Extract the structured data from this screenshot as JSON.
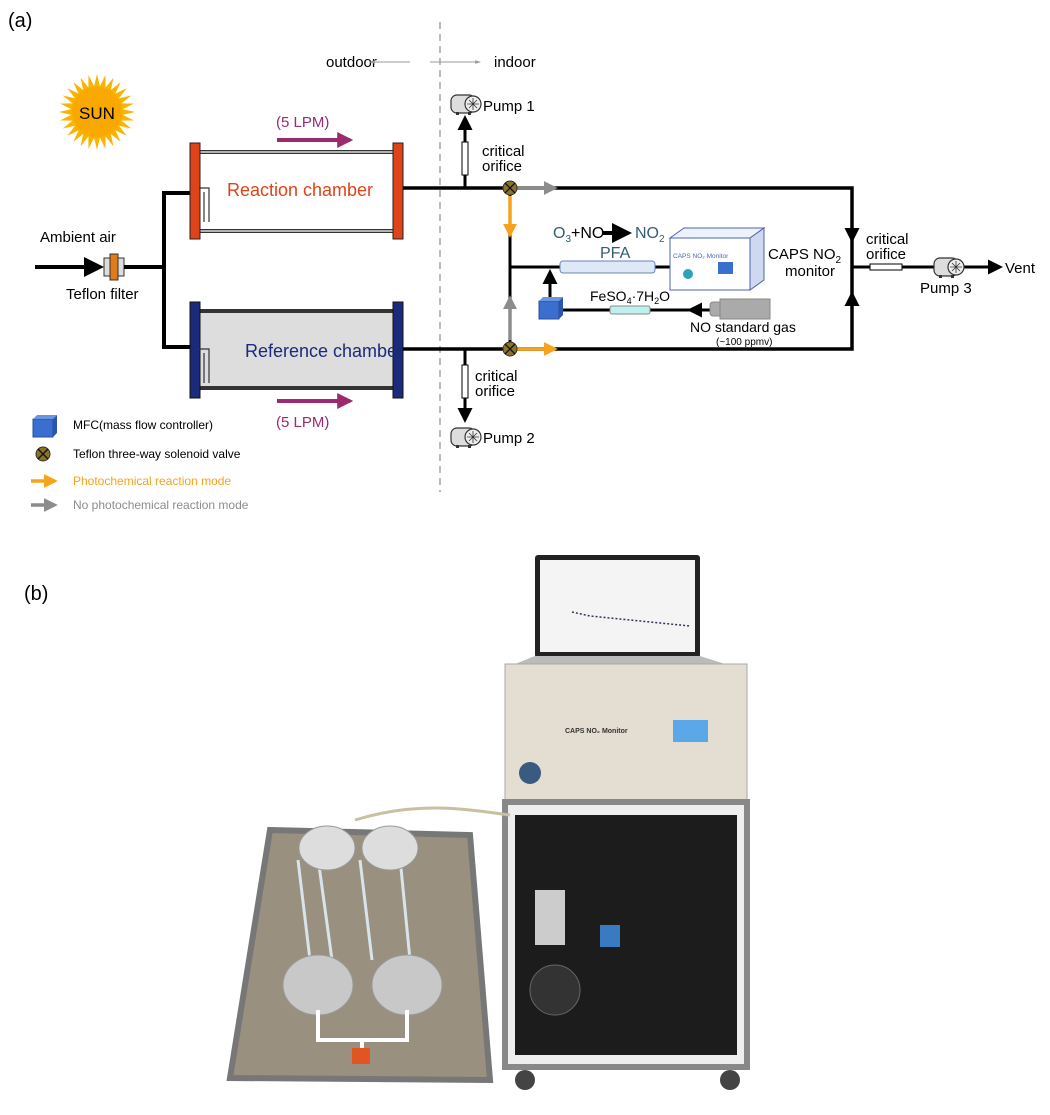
{
  "panel_a": {
    "label": "(a)",
    "outdoor": "outdoor",
    "indoor": "indoor",
    "sun": "SUN",
    "flow_top": "(5 LPM)",
    "flow_bottom": "(5 LPM)",
    "reaction_chamber": "Reaction chamber",
    "reference_chamber": "Reference chamber",
    "ambient_air": "Ambient air",
    "teflon_filter": "Teflon filter",
    "pump1": "Pump 1",
    "pump2": "Pump 2",
    "pump3": "Pump 3",
    "orifice_line1": "critical",
    "orifice_line2": "orifice",
    "vent": "Vent",
    "reaction": {
      "o": "O",
      "o_sub": "3",
      "plus_no": "+NO",
      "no": "NO",
      "no_sub": "2"
    },
    "pfa": "PFA",
    "caps_box_label": "CAPS NO₂ Monitor",
    "caps_label": {
      "line1": "CAPS NO",
      "sub": "2",
      "line2": "monitor"
    },
    "feso4": {
      "a": "FeSO",
      "sub1": "4",
      "b": "·7H",
      "sub2": "2",
      "c": "O"
    },
    "no_gas": "NO standard  gas",
    "no_gas_conc": "(~100 ppmv)",
    "legend": [
      {
        "label": "MFC(mass flow controller)",
        "icon": "blue-cube-icon"
      },
      {
        "label": "Teflon three-way solenoid valve",
        "icon": "valve-icon"
      },
      {
        "label": "Photochemical reaction mode",
        "icon": "orange-arrow-icon",
        "color": "#f7a21b"
      },
      {
        "label": "No photochemical reaction mode",
        "icon": "gray-arrow-icon",
        "color": "#8c8c8c"
      }
    ],
    "colors": {
      "reaction": "#e0431a",
      "reference": "#1b2a7a",
      "flow": "#9b2a6e",
      "orange": "#f7a21b",
      "gray": "#8c8c8c",
      "mfc": "#3a6fd0",
      "valve": "#8a7424",
      "text_teal": "#2f5d73"
    }
  },
  "panel_b": {
    "label": "(b)",
    "instrument_label": "CAPS NO₂ Monitor"
  }
}
